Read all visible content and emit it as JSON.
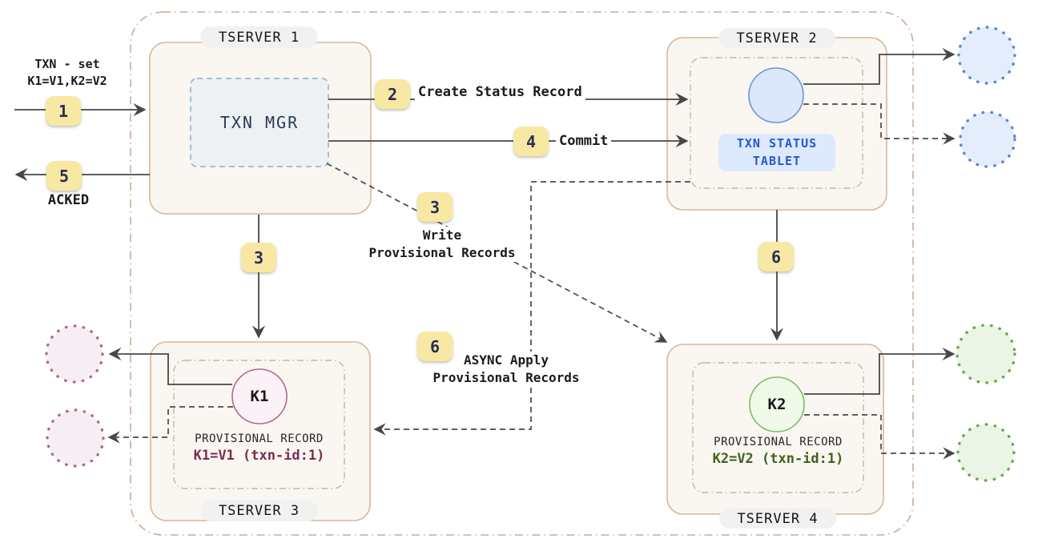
{
  "client": {
    "txn_label_line1": "TXN - set",
    "txn_label_line2": "K1=V1,K2=V2",
    "ack_label": "ACKED"
  },
  "badges": {
    "b1": "1",
    "b2": "2",
    "b3": "3",
    "b4": "4",
    "b5": "5",
    "b6": "6"
  },
  "steps": {
    "create_status_record": "Create Status Record",
    "commit": "Commit",
    "write_provisional_line1": "Write",
    "write_provisional_line2": "Provisional Records",
    "async_apply_line1": "ASYNC Apply",
    "async_apply_line2": "Provisional Records"
  },
  "tserver1": {
    "title": "TSERVER 1",
    "txn_mgr_label": "TXN MGR"
  },
  "tserver2": {
    "title": "TSERVER 2",
    "tablet_label_line1": "TXN STATUS",
    "tablet_label_line2": "TABLET"
  },
  "tserver3": {
    "title": "TSERVER 3",
    "key_label": "K1",
    "record_title": "PROVISIONAL RECORD",
    "record_value": "K1=V1 (txn-id:1)"
  },
  "tserver4": {
    "title": "TSERVER 4",
    "key_label": "K2",
    "record_title": "PROVISIONAL RECORD",
    "record_value": "K2=V2 (txn-id:1)"
  },
  "colors": {
    "badge_bg": "#f7e8a4",
    "badge_text": "#2d2a56",
    "server_border": "#d4b79e",
    "server_fill": "#faf6f1",
    "outer_border": "#ccab94",
    "arrow": "#474747",
    "txn_mgr_fill": "#eef1f4",
    "txn_mgr_border": "#9fb6cd",
    "txn_mgr_text": "#2b3a55",
    "status_tablet_bg": "#dde9fc",
    "status_tablet_text": "#2457d5",
    "blue_circle_fill": "#dbe7fb",
    "blue_circle_border": "#6f96d8",
    "k1_circle_fill": "#faf2f7",
    "k1_circle_border": "#b4688f",
    "k1_value_text": "#7c2b54",
    "k2_circle_fill": "#effae9",
    "k2_circle_border": "#82b969",
    "k2_value_text": "#40611f",
    "replica_blue": "#5b85d6",
    "replica_pink": "#b06a93",
    "replica_green": "#6aa84f",
    "pill_bg": "#f1f1f2"
  }
}
